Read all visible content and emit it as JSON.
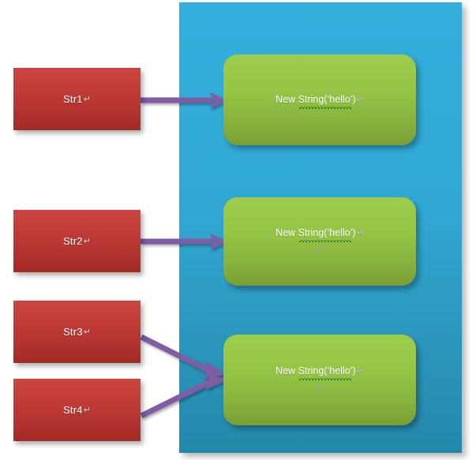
{
  "diagram": {
    "title": "Java String pool reference diagram",
    "type": "reference-mapping",
    "colors": {
      "panel_blue_top": "#33AEDC",
      "panel_blue_bottom": "#2389AB",
      "box_red_top": "#CC4540",
      "box_red_bottom": "#A22A26",
      "box_green_top": "#9DCD4C",
      "box_green_bottom": "#7B9E35",
      "arrow_purple": "#7E5DA5",
      "label_white": "#FFFFFF",
      "pilcrow_gray": "#BBBBD8",
      "squiggle_green": "#3D9A2C"
    }
  },
  "panel": {
    "name": "string-pool-panel",
    "label": ""
  },
  "variables": [
    {
      "id": "str1",
      "label": "Str1",
      "mark": "↵"
    },
    {
      "id": "str2",
      "label": "Str2",
      "mark": "↵"
    },
    {
      "id": "str3",
      "label": "Str3",
      "mark": "↵"
    },
    {
      "id": "str4",
      "label": "Str4",
      "mark": "↵"
    }
  ],
  "objects": [
    {
      "id": "obj1",
      "line1": "New String(‘hello’)",
      "mark1": "↵",
      "line2": "",
      "has_second_line": false,
      "misspelled_underline": true
    },
    {
      "id": "obj2",
      "line1": "New String(‘hello’)",
      "mark1": "↵",
      "line2": "↵",
      "has_second_line": true,
      "misspelled_underline": true
    },
    {
      "id": "obj3",
      "line1": "New String(‘hello’)",
      "mark1": "↵",
      "line2": "↵",
      "has_second_line": true,
      "misspelled_underline": true
    }
  ],
  "arrows": [
    {
      "id": "arrow-str1-obj1",
      "from": "str1",
      "to": "obj1",
      "style": "straight-horizontal"
    },
    {
      "id": "arrow-str2-obj2",
      "from": "str2",
      "to": "obj2",
      "style": "straight-horizontal"
    },
    {
      "id": "arrow-str3-obj3",
      "from": "str3",
      "to": "obj3",
      "style": "diagonal-down"
    },
    {
      "id": "arrow-str4-obj3",
      "from": "str4",
      "to": "obj3",
      "style": "diagonal-up"
    }
  ]
}
